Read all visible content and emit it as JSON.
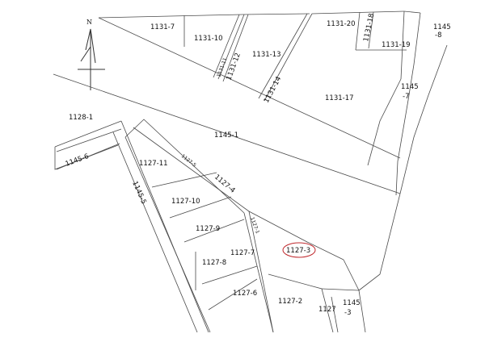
{
  "map": {
    "north_label": "N",
    "highlight_color": "#c0282d",
    "line_color": "#4a4a4a",
    "parcels": {
      "p1131_7": "1131-7",
      "p1131_10": "1131-10",
      "p1131_11": "1131-11",
      "p1131_12": "1131-12",
      "p1131_13": "1131-13",
      "p1131_14": "1131-14",
      "p1131_17": "1131-17",
      "p1131_18": "1131-18",
      "p1131_19": "1131-19",
      "p1131_20": "1131-20",
      "p1145_8a": "1145",
      "p1145_8b": "-8",
      "p1145_7a": "1145",
      "p1145_7b": "-7",
      "p1128_1": "1128-1",
      "p1145_1": "1145-1",
      "p1145_6": "1145-6",
      "p1145_5": "1145-5",
      "p1127_11": "1127-11",
      "p1127_5": "1127-5",
      "p1127_4": "1127-4",
      "p1127_10": "1127-10",
      "p1127_9": "1127-9",
      "p1127_7": "1127-7",
      "p1127_8": "1127-8",
      "p1127_6": "1127-6",
      "p1127_3": "1127-3",
      "p1127_2": "1127-2",
      "p1127_1": "1127-1",
      "p1127": "1127",
      "p1145_3a": "1145",
      "p1145_3b": "-3"
    }
  }
}
